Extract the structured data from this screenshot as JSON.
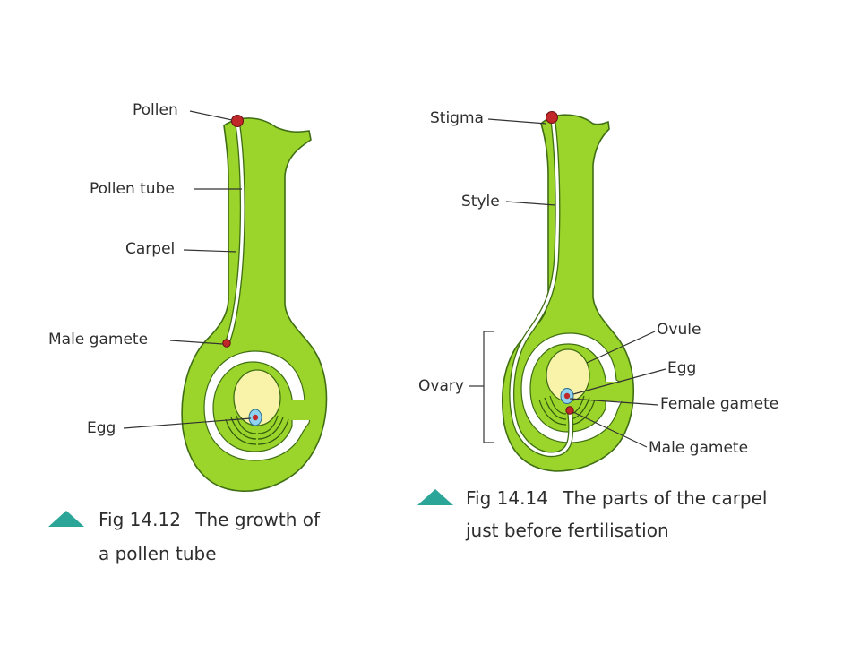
{
  "figure_left": {
    "labels": {
      "pollen": "Pollen",
      "pollen_tube": "Pollen tube",
      "carpel": "Carpel",
      "male_gamete": "Male gamete",
      "egg": "Egg"
    },
    "caption": {
      "number": "Fig 14.12",
      "line1": "The growth of",
      "line2": "a pollen tube"
    }
  },
  "figure_right": {
    "labels": {
      "stigma": "Stigma",
      "style": "Style",
      "ovary": "Ovary",
      "ovule": "Ovule",
      "egg": "Egg",
      "female_gamete": "Female gamete",
      "male_gamete": "Male gamete"
    },
    "caption": {
      "number": "Fig 14.14",
      "line1": "The parts of the carpel",
      "line2": "just before fertilisation"
    }
  },
  "colors": {
    "carpel_fill": "#9bd42a",
    "carpel_outline": "#3f6e14",
    "ovule_fill": "#f8f3a8",
    "pollen": "#c0282a",
    "egg_cell": "#8fd3f0",
    "caption_marker": "#2aa597"
  }
}
